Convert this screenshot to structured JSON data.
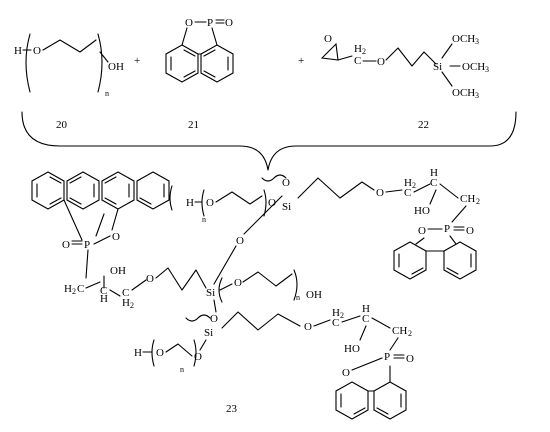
{
  "reactants": [
    {
      "id": "peg",
      "number": "20",
      "labels": {
        "h": "H",
        "o": "O",
        "oh": "OH",
        "n": "n"
      }
    },
    {
      "id": "dopo",
      "number": "21",
      "labels": {
        "o": "O",
        "p": "P",
        "po": "O"
      }
    },
    {
      "id": "silane",
      "number": "22",
      "labels": {
        "o_epox": "O",
        "ch2": "H",
        "ch2_sub": "2",
        "c": "C",
        "o": "O",
        "si": "Si",
        "ome1": "OCH",
        "ome2": "OCH",
        "ome3": "OCH",
        "sub3": "3"
      }
    }
  ],
  "plus": "+",
  "product": {
    "number": "23",
    "labels": {
      "h": "H",
      "n": "n",
      "o": "O",
      "si": "Si",
      "p": "P",
      "oh": "OH",
      "ho": "HO",
      "h2c": "H",
      "c": "C",
      "ch2": "CH",
      "sub2": "2",
      "h_atom": "H",
      "po": "O"
    }
  }
}
